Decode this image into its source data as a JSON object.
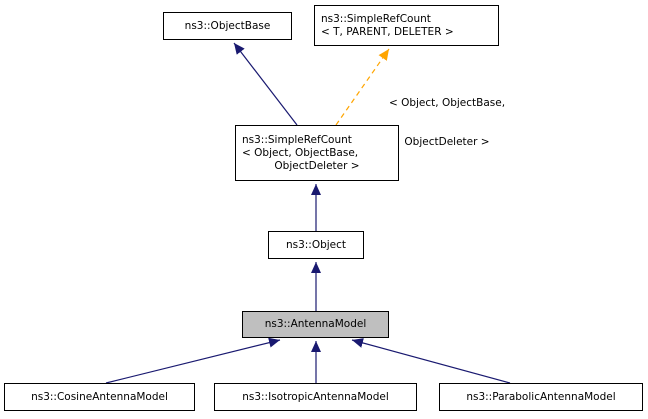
{
  "diagram": {
    "type": "class-inheritance-graph",
    "colors": {
      "inheritance_edge": "#191970",
      "template_edge": "#ffa500",
      "node_border": "#000000",
      "highlight_fill": "#bfbfbf"
    },
    "nodes": {
      "object_base": {
        "label": "ns3::ObjectBase"
      },
      "simple_ref_count_template": {
        "line1": "ns3::SimpleRefCount",
        "line2": "< T, PARENT, DELETER >"
      },
      "simple_ref_count_object": {
        "line1": "ns3::SimpleRefCount",
        "line2": "< Object, ObjectBase,",
        "line3": "ObjectDeleter >"
      },
      "object": {
        "label": "ns3::Object"
      },
      "antenna_model": {
        "label": "ns3::AntennaModel",
        "highlighted": true
      },
      "cosine_antenna_model": {
        "label": "ns3::CosineAntennaModel"
      },
      "isotropic_antenna_model": {
        "label": "ns3::IsotropicAntennaModel"
      },
      "parabolic_antenna_model": {
        "label": "ns3::ParabolicAntennaModel"
      }
    },
    "edges": [
      {
        "from": "simple_ref_count_object",
        "to": "object_base",
        "kind": "inheritance"
      },
      {
        "from": "simple_ref_count_object",
        "to": "simple_ref_count_template",
        "kind": "template-instance"
      },
      {
        "from": "object",
        "to": "simple_ref_count_object",
        "kind": "inheritance"
      },
      {
        "from": "antenna_model",
        "to": "object",
        "kind": "inheritance"
      },
      {
        "from": "cosine_antenna_model",
        "to": "antenna_model",
        "kind": "inheritance"
      },
      {
        "from": "isotropic_antenna_model",
        "to": "antenna_model",
        "kind": "inheritance"
      },
      {
        "from": "parabolic_antenna_model",
        "to": "antenna_model",
        "kind": "inheritance"
      }
    ],
    "template_edge_label": {
      "line1": "< Object, ObjectBase,",
      "line2": "ObjectDeleter >"
    }
  }
}
